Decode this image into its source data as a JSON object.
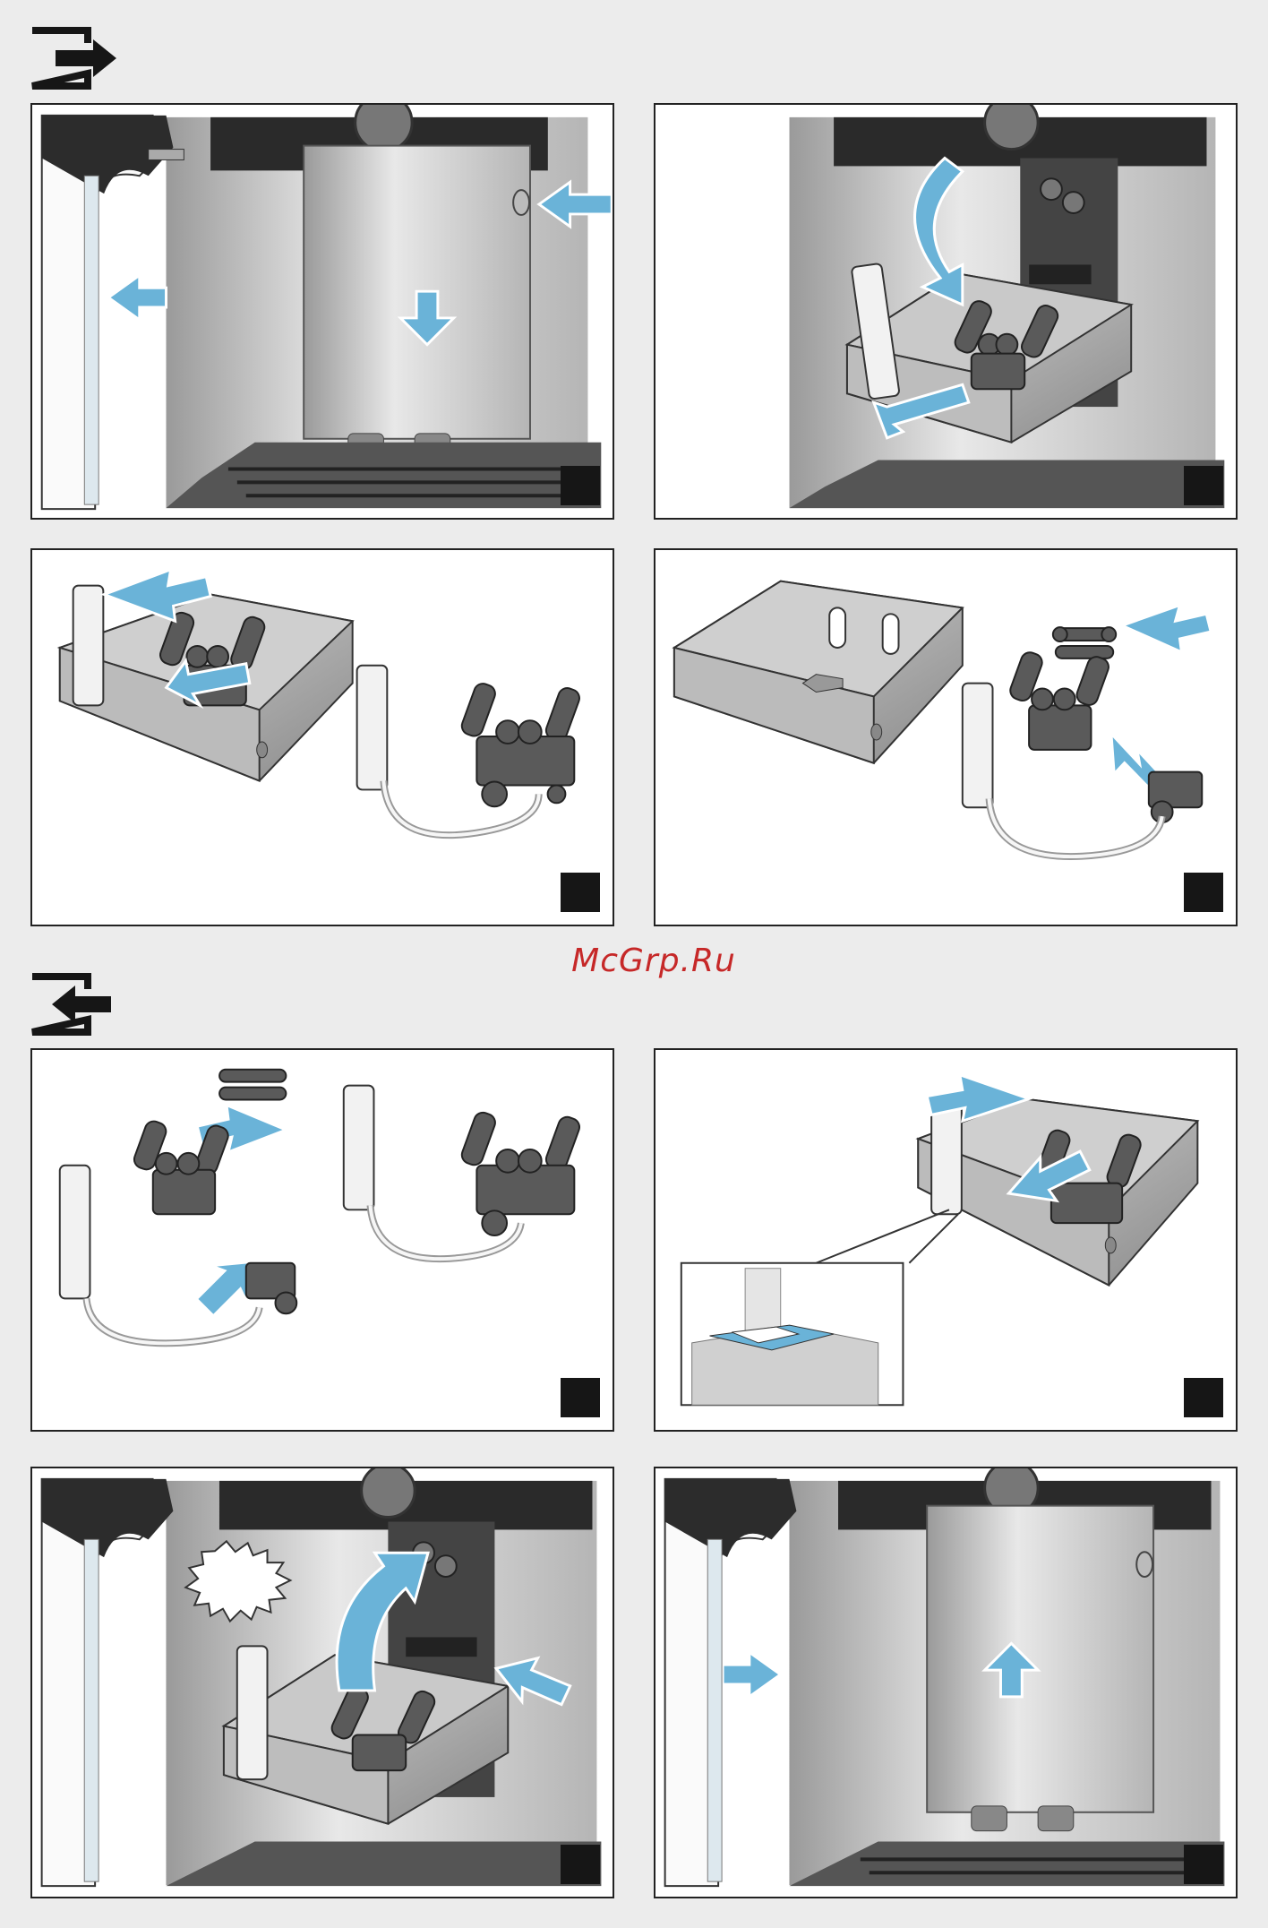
{
  "page": {
    "background": "#ececec",
    "arrow_color": "#6ab3d8",
    "watermark": "McGrp.Ru"
  },
  "sections": [
    {
      "icon": "remove-brew-unit-icon"
    },
    {
      "icon": "insert-brew-unit-icon"
    }
  ],
  "panels": [
    {
      "id": 1,
      "icon": "machine-open-door-icon"
    },
    {
      "id": 2,
      "icon": "brew-unit-pull-out-icon"
    },
    {
      "id": 3,
      "icon": "brew-unit-lift-parts-icon"
    },
    {
      "id": 4,
      "icon": "brew-unit-disassemble-icon"
    },
    {
      "id": 5,
      "icon": "brew-unit-assemble-icon"
    },
    {
      "id": 6,
      "icon": "brew-unit-insert-parts-icon"
    },
    {
      "id": 7,
      "icon": "brew-unit-reinsert-click-icon"
    },
    {
      "id": 8,
      "icon": "machine-close-door-icon"
    }
  ]
}
